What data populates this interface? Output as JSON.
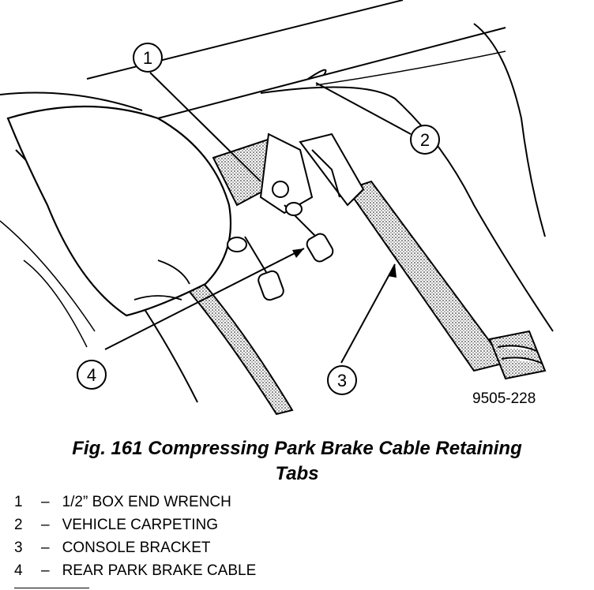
{
  "figure": {
    "callouts": [
      "1",
      "2",
      "3",
      "4"
    ],
    "drawing_number": "9505-228",
    "caption_line1": "Fig. 161 Compressing Park Brake Cable Retaining",
    "caption_line2": "Tabs"
  },
  "legend": [
    {
      "num": "1",
      "dash": "–",
      "label": "1/2” BOX END WRENCH"
    },
    {
      "num": "2",
      "dash": "–",
      "label": "VEHICLE CARPETING"
    },
    {
      "num": "3",
      "dash": "–",
      "label": "CONSOLE BRACKET"
    },
    {
      "num": "4",
      "dash": "–",
      "label": "REAR PARK BRAKE CABLE"
    }
  ]
}
